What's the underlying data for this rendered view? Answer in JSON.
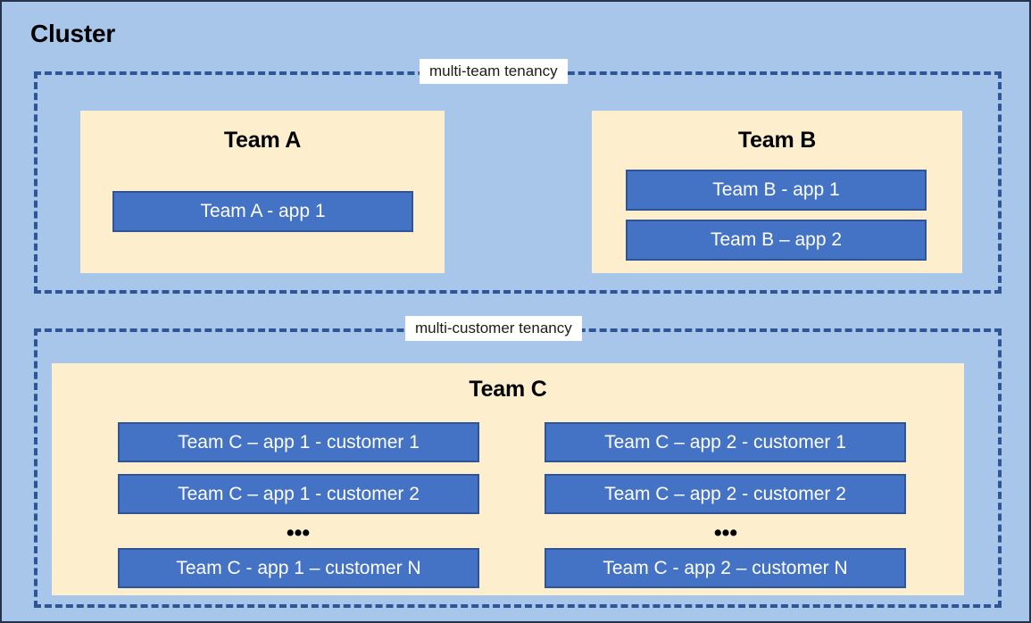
{
  "diagram": {
    "title": "Cluster",
    "colors": {
      "canvas_background": "#A8C6EA",
      "canvas_border": "#27324A",
      "dashed_border": "#2F5597",
      "team_box_fill": "#FDEFCD",
      "app_box_fill": "#4472C4",
      "app_box_border": "#2F5597",
      "app_box_text": "#FFFFFF",
      "label_background": "#FFFFFF",
      "text": "#000000"
    },
    "tenancies": [
      {
        "id": "multi-team",
        "label": "multi-team tenancy",
        "teams": [
          {
            "id": "team-a",
            "title": "Team A",
            "apps": [
              {
                "id": "team-a-app-1",
                "label": "Team A - app 1"
              }
            ]
          },
          {
            "id": "team-b",
            "title": "Team B",
            "apps": [
              {
                "id": "team-b-app-1",
                "label": "Team B - app 1"
              },
              {
                "id": "team-b-app-2",
                "label": "Team B – app 2"
              }
            ]
          }
        ]
      },
      {
        "id": "multi-customer",
        "label": "multi-customer tenancy",
        "teams": [
          {
            "id": "team-c",
            "title": "Team C",
            "columns": [
              {
                "id": "team-c-app-1-column",
                "apps": [
                  {
                    "id": "team-c-app-1-customer-1",
                    "label": "Team C – app 1 - customer 1"
                  },
                  {
                    "id": "team-c-app-1-customer-2",
                    "label": "Team C – app 1 - customer 2"
                  },
                  {
                    "id": "team-c-app-1-customer-n",
                    "label": "Team C - app 1 – customer N"
                  }
                ],
                "ellipsis": "•••"
              },
              {
                "id": "team-c-app-2-column",
                "apps": [
                  {
                    "id": "team-c-app-2-customer-1",
                    "label": "Team C – app 2 - customer 1"
                  },
                  {
                    "id": "team-c-app-2-customer-2",
                    "label": "Team C – app 2 - customer 2"
                  },
                  {
                    "id": "team-c-app-2-customer-n",
                    "label": "Team C - app 2 – customer N"
                  }
                ],
                "ellipsis": "•••"
              }
            ]
          }
        ]
      }
    ]
  }
}
